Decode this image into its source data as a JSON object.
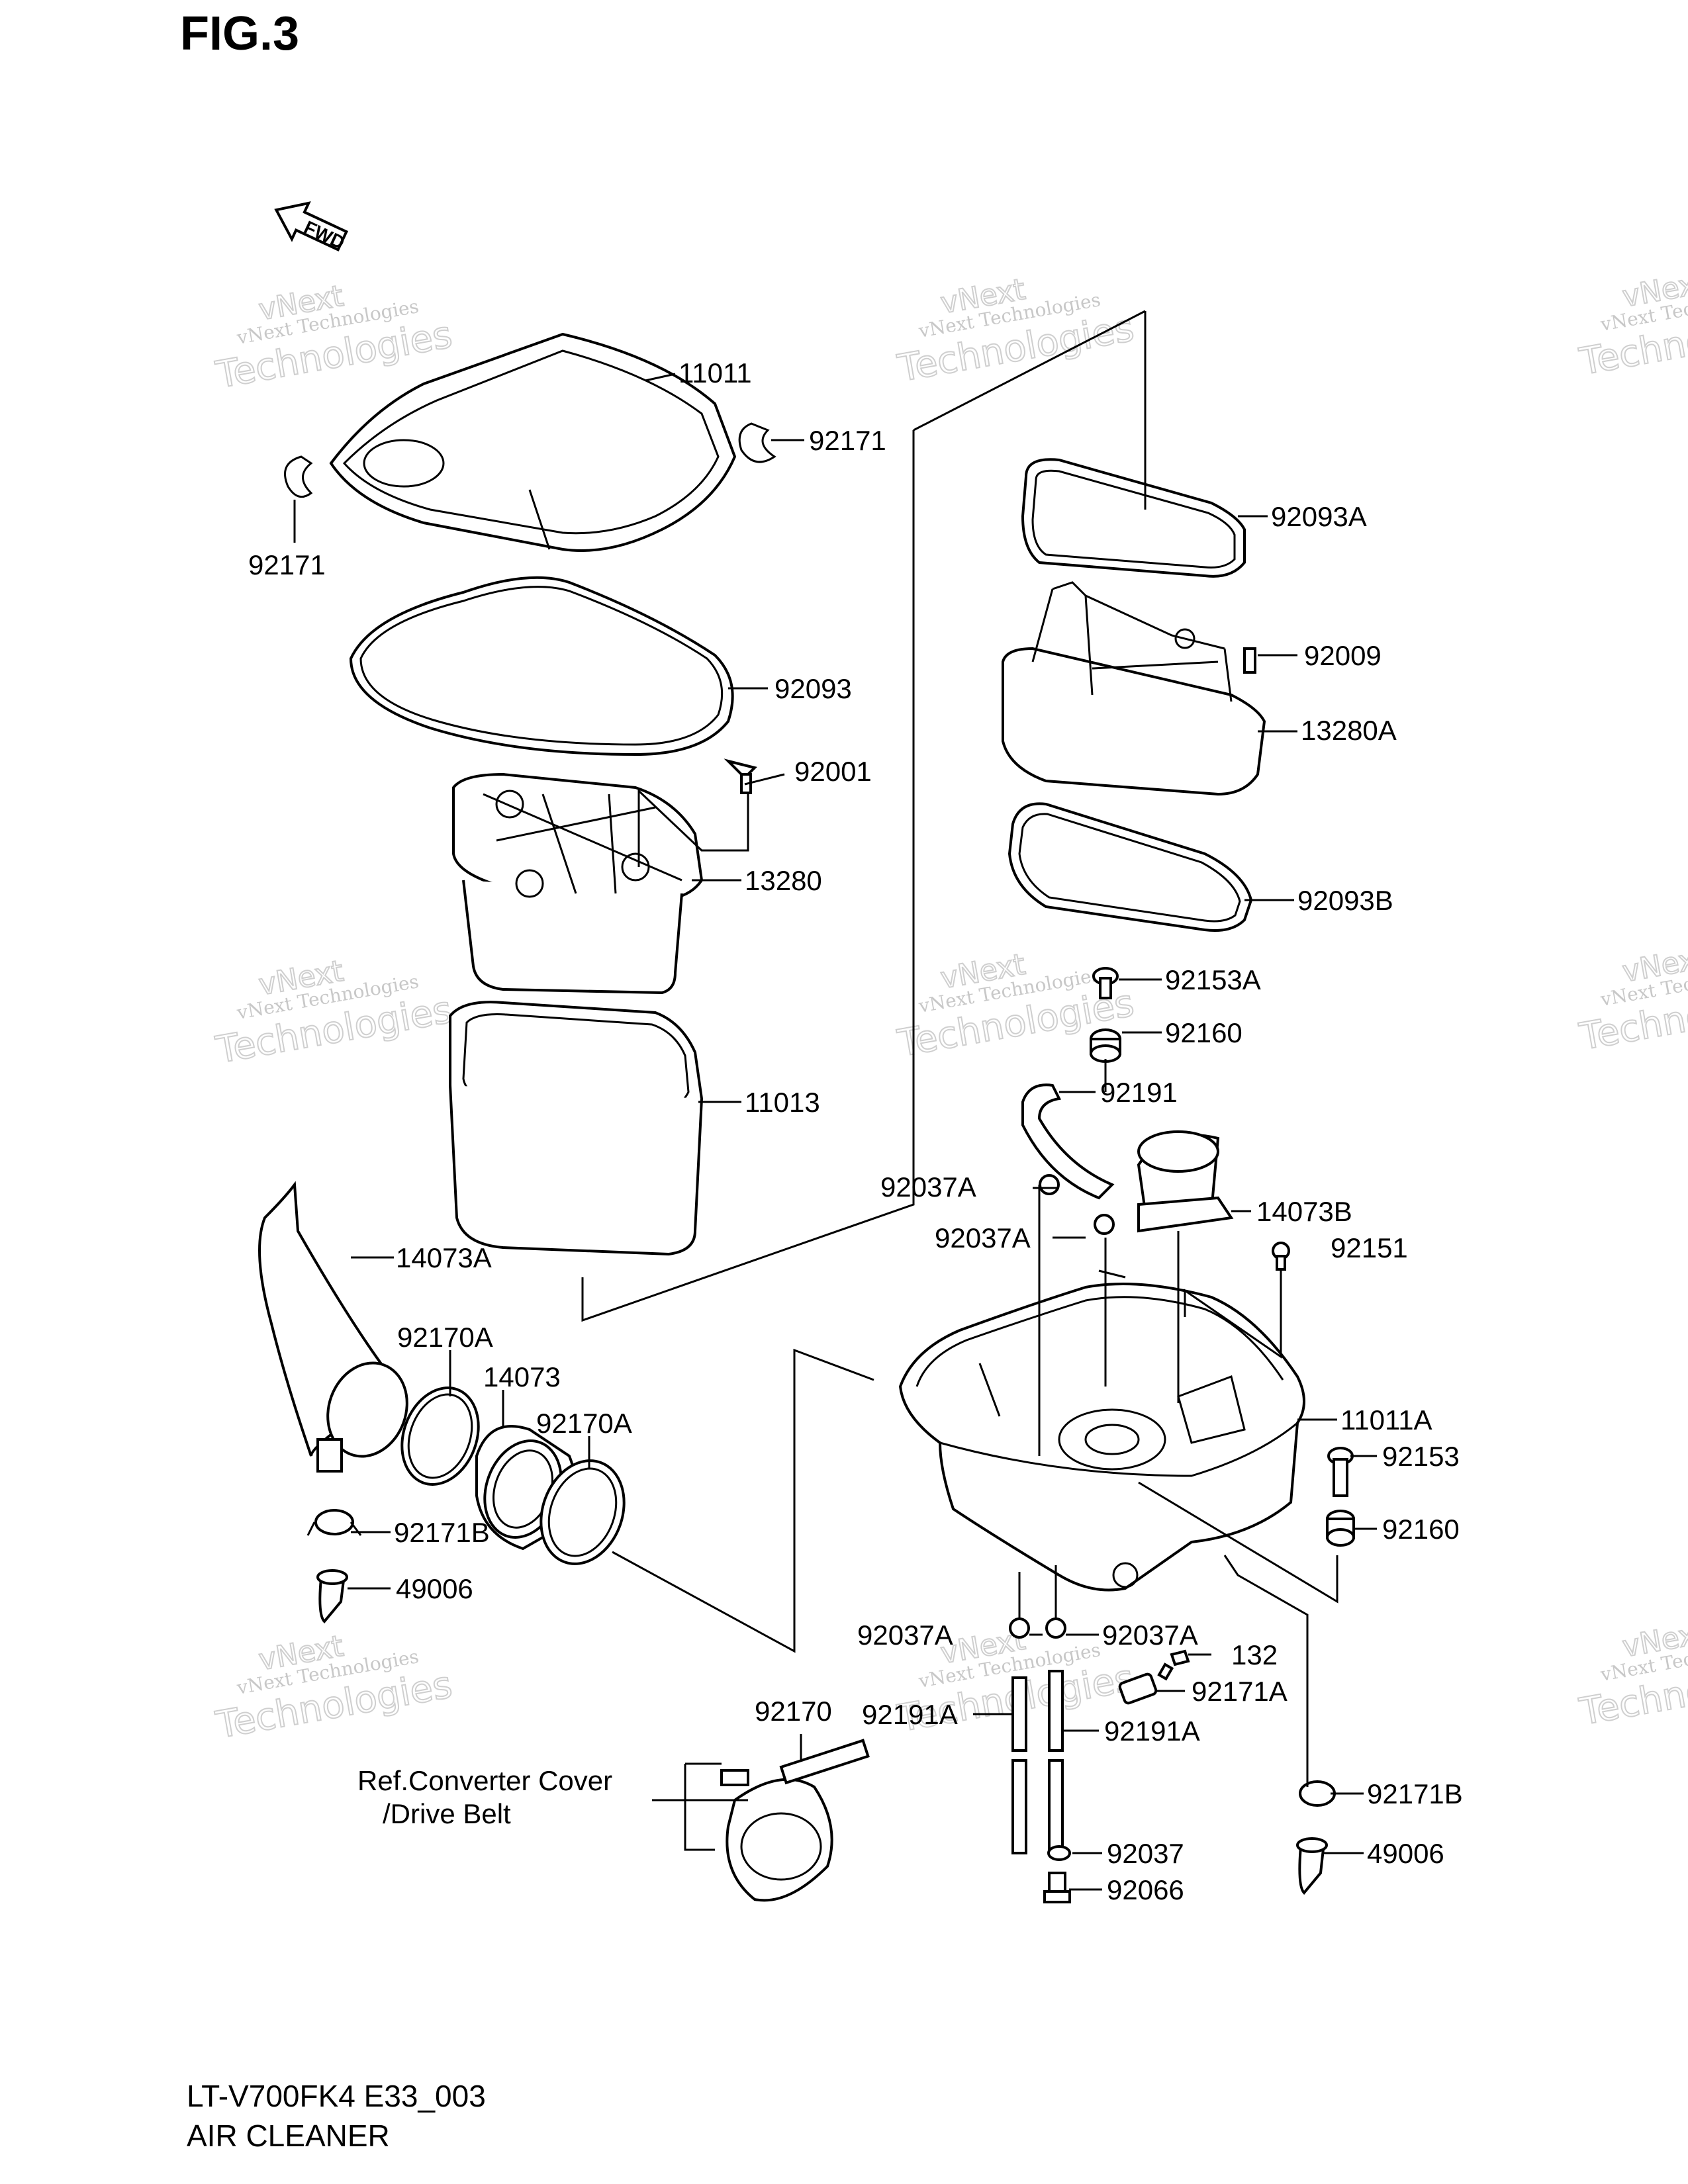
{
  "figure": {
    "title": "FIG.3",
    "fwd_label": "FWD",
    "footer_code": "LT-V700FK4 E33_003",
    "footer_name": "AIR CLEANER",
    "reference_note_line1": "Ref.Converter Cover",
    "reference_note_line2": "/Drive Belt"
  },
  "watermark": {
    "line1": "vNext",
    "line2": "vNext Technologies",
    "line3": "Technologies"
  },
  "callouts": [
    "11011",
    "92171",
    "92171",
    "92093",
    "92001",
    "13280",
    "11013",
    "14073A",
    "92170A",
    "14073",
    "92170A",
    "92171B",
    "49006",
    "92170",
    "92093A",
    "92009",
    "13280A",
    "92093B",
    "92153A",
    "92160",
    "92191",
    "92037A",
    "14073B",
    "92037A",
    "92151",
    "11011A",
    "92153",
    "92160",
    "92037A",
    "92037A",
    "132",
    "92171A",
    "92191A",
    "92191A",
    "92037",
    "92066",
    "92171B",
    "49006"
  ],
  "colors": {
    "ink": "#000000",
    "watermark": "#c8c8c8",
    "paper": "#ffffff"
  }
}
